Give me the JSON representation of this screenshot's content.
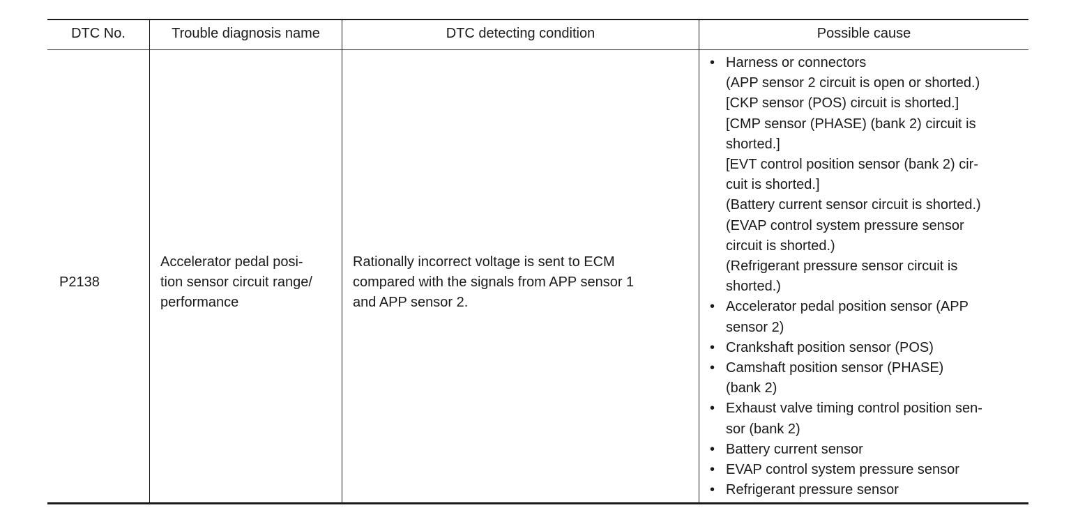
{
  "headers": {
    "dtc_no": "DTC No.",
    "trouble_name": "Trouble diagnosis name",
    "detecting_condition": "DTC detecting condition",
    "possible_cause": "Possible cause"
  },
  "row": {
    "dtc_no": "P2138",
    "trouble_name_lines": [
      "Accelerator pedal posi-",
      "tion sensor circuit range/",
      "performance"
    ],
    "detecting_condition_lines": [
      "Rationally incorrect voltage is sent to ECM",
      "compared with the signals from APP sensor 1",
      "and APP sensor 2."
    ],
    "bullet_glyph": "•",
    "causes": [
      {
        "lines": [
          "Harness or connectors",
          "(APP sensor 2 circuit is open or shorted.)",
          "[CKP sensor (POS) circuit is shorted.]",
          "[CMP sensor (PHASE) (bank 2) circuit is",
          "shorted.]",
          "[EVT control position sensor (bank 2) cir-",
          "cuit is shorted.]",
          "(Battery current sensor circuit is shorted.)",
          "(EVAP control system pressure sensor",
          "circuit is shorted.)",
          "(Refrigerant pressure sensor circuit is",
          "shorted.)"
        ]
      },
      {
        "lines": [
          "Accelerator pedal position sensor (APP",
          "sensor 2)"
        ]
      },
      {
        "lines": [
          "Crankshaft position sensor (POS)"
        ]
      },
      {
        "lines": [
          "Camshaft position sensor (PHASE)",
          "(bank 2)"
        ]
      },
      {
        "lines": [
          "Exhaust valve timing control position sen-",
          "sor (bank 2)"
        ]
      },
      {
        "lines": [
          "Battery current sensor"
        ]
      },
      {
        "lines": [
          "EVAP control system pressure sensor"
        ]
      },
      {
        "lines": [
          "Refrigerant pressure sensor"
        ]
      }
    ]
  }
}
